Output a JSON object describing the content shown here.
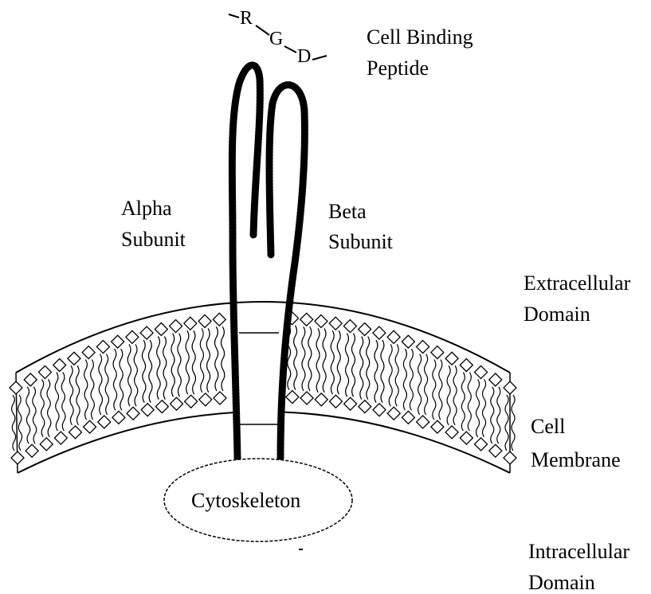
{
  "peptide": {
    "r": "R",
    "g": "G",
    "d": "D"
  },
  "labels": {
    "cell_binding_line1": "Cell Binding",
    "cell_binding_line2": "Peptide",
    "alpha_line1": "Alpha",
    "alpha_line2": "Subunit",
    "beta_line1": "Beta",
    "beta_line2": "Subunit",
    "extracellular_line1": "Extracellular",
    "extracellular_line2": "Domain",
    "membrane_line1": "Cell",
    "membrane_line2": "Membrane",
    "intracellular_line1": "Intracellular",
    "intracellular_line2": "Domain",
    "cytoskeleton": "Cytoskeleton"
  },
  "colors": {
    "ink": "#000000",
    "background": "#ffffff",
    "head_fill": "#ffffff"
  }
}
